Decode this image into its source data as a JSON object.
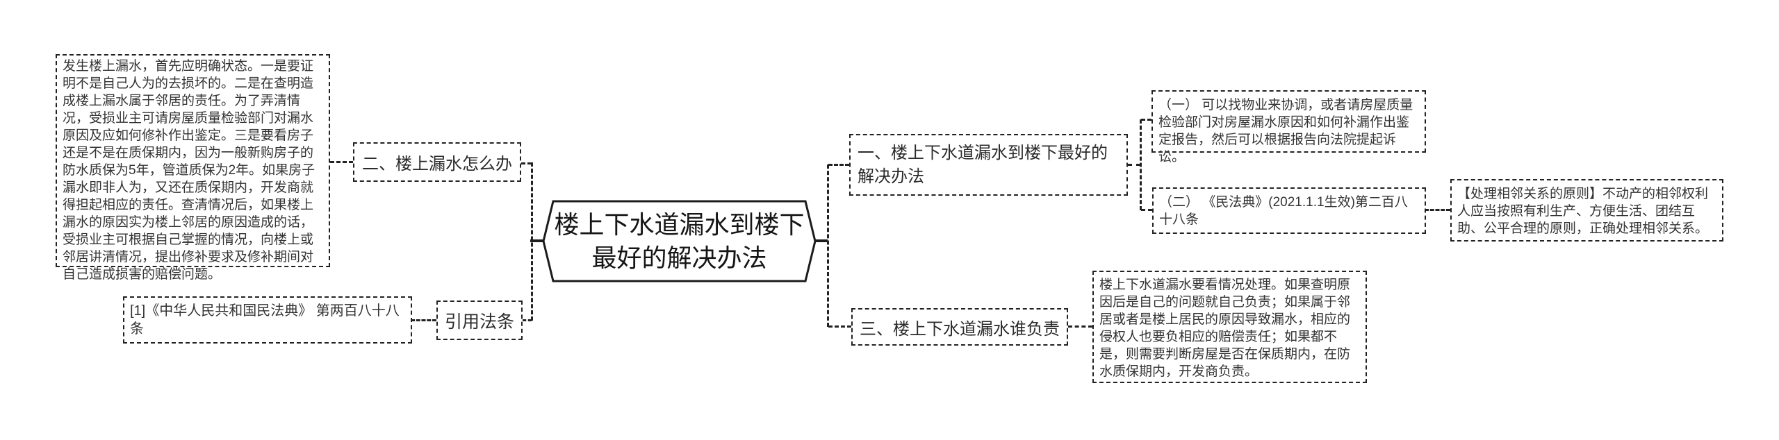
{
  "canvas": {
    "background": "#ffffff",
    "border_color": "#222222",
    "text_color": "#333333"
  },
  "map": {
    "central": "楼上下水道漏水到楼下最好的解决办法",
    "left_branch": {
      "topic2": "二、楼上漏水怎么办",
      "topic2_note": "发生楼上漏水，首先应明确状态。一是要证明不是自己人为的去损坏的。二是在查明造成楼上漏水属于邻居的责任。为了弄清情况，受损业主可请房屋质量检验部门对漏水原因及应如何修补作出鉴定。三是要看房子还是不是在质保期内，因为一般新购房子的防水质保为5年，管道质保为2年。如果房子漏水即非人为，又还在质保期内，开发商就得担起相应的责任。查清情况后，如果楼上漏水的原因实为楼上邻居的原因造成的话，受损业主可根据自己掌握的情况，向楼上或邻居讲清情况，提出修补要求及修补期间对自己造成损害的赔偿问题。",
      "cited_law": "引用法条",
      "cited_law_note": "[1]《中华人民共和国民法典》 第两百八十八条"
    },
    "right_branch": {
      "topic1": "一、楼上下水道漏水到楼下最好的解决办法",
      "topic1_detail1": "（一） 可以找物业来协调，或者请房屋质量检验部门对房屋漏水原因和如何补漏作出鉴定报告，然后可以根据报告向法院提起诉讼。",
      "topic1_detail2": "（二） 《民法典》(2021.1.1生效)第二百八十八条",
      "principle_note": "【处理相邻关系的原则】不动产的相邻权利人应当按照有利生产、方便生活、团结互助、公平合理的原则，正确处理相邻关系。",
      "topic3": "三、楼上下水道漏水谁负责",
      "topic3_note": "楼上下水道漏水要看情况处理。如果查明原因后是自己的问题就自己负责；如果属于邻居或者是楼上居民的原因导致漏水，相应的侵权人也要负相应的赔偿责任；如果都不是，则需要判断房屋是否在保质期内，在防水质保期内，开发商负责。"
    }
  }
}
